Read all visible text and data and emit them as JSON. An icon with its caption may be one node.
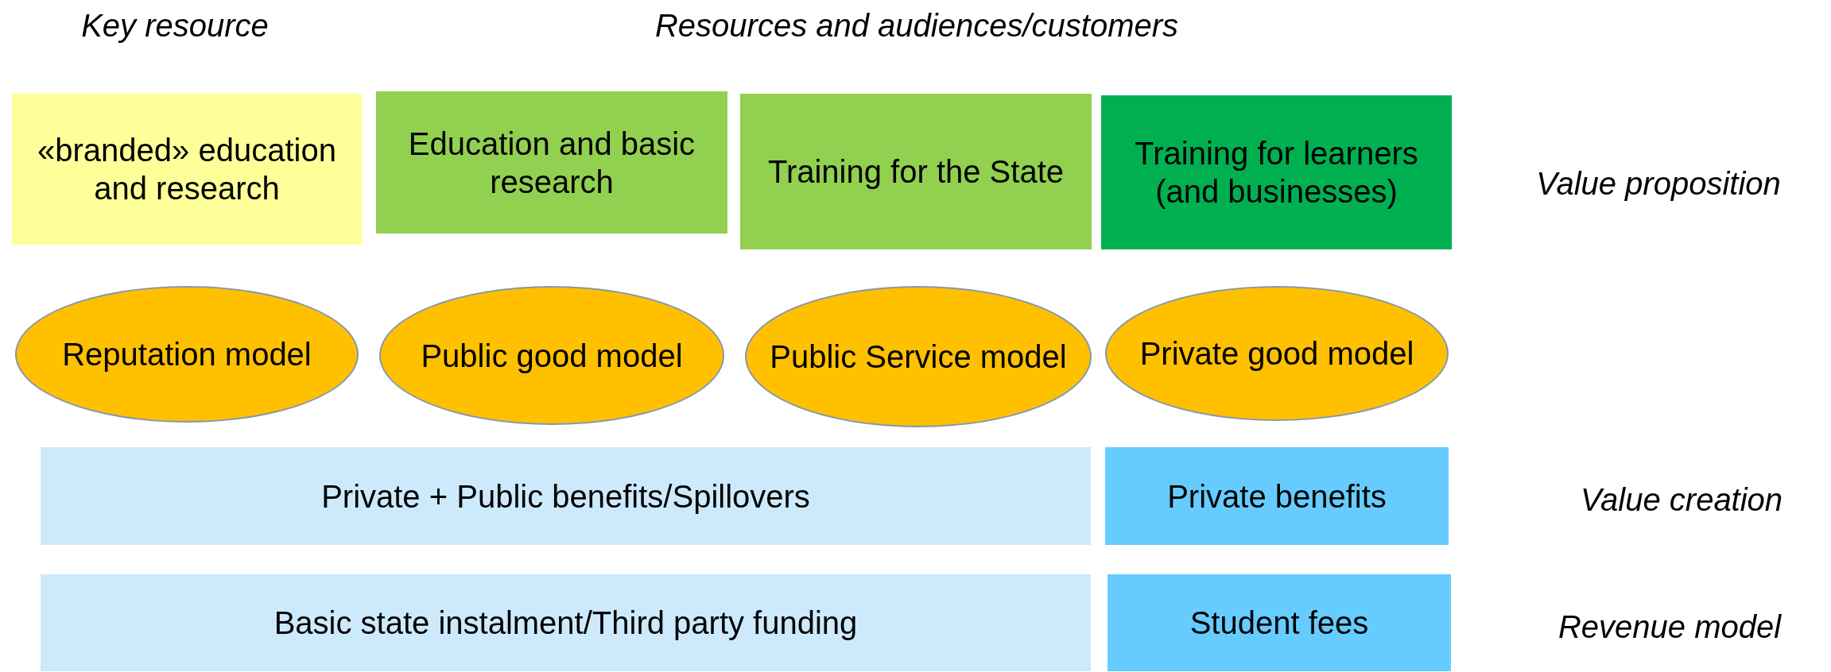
{
  "diagram": {
    "nodes": [
      {
        "text": [
          "«branded» education and research"
        ]
      },
      {
        "text": [
          "Education and basic research"
        ]
      },
      {
        "text": [
          "Training for the State"
        ]
      },
      {
        "text": [
          "Training for learners (and businesses)"
        ]
      },
      {
        "text": [
          "Reputation model"
        ]
      },
      {
        "text": [
          "Public good model"
        ]
      },
      {
        "text": [
          "Public Service model"
        ]
      },
      {
        "text": [
          "Private good model"
        ]
      },
      {
        "text": [
          "Private + Public benefits/Spillovers"
        ]
      },
      {
        "text": [
          "Private benefits"
        ]
      },
      {
        "text": [
          "Basic state instalment/Third party funding"
        ]
      },
      {
        "text": [
          "Student fees"
        ]
      }
    ],
    "labels": [
      "Key resource",
      "Resources and audiences/customers",
      "Value proposition",
      "Value creation",
      "Revenue model"
    ]
  }
}
